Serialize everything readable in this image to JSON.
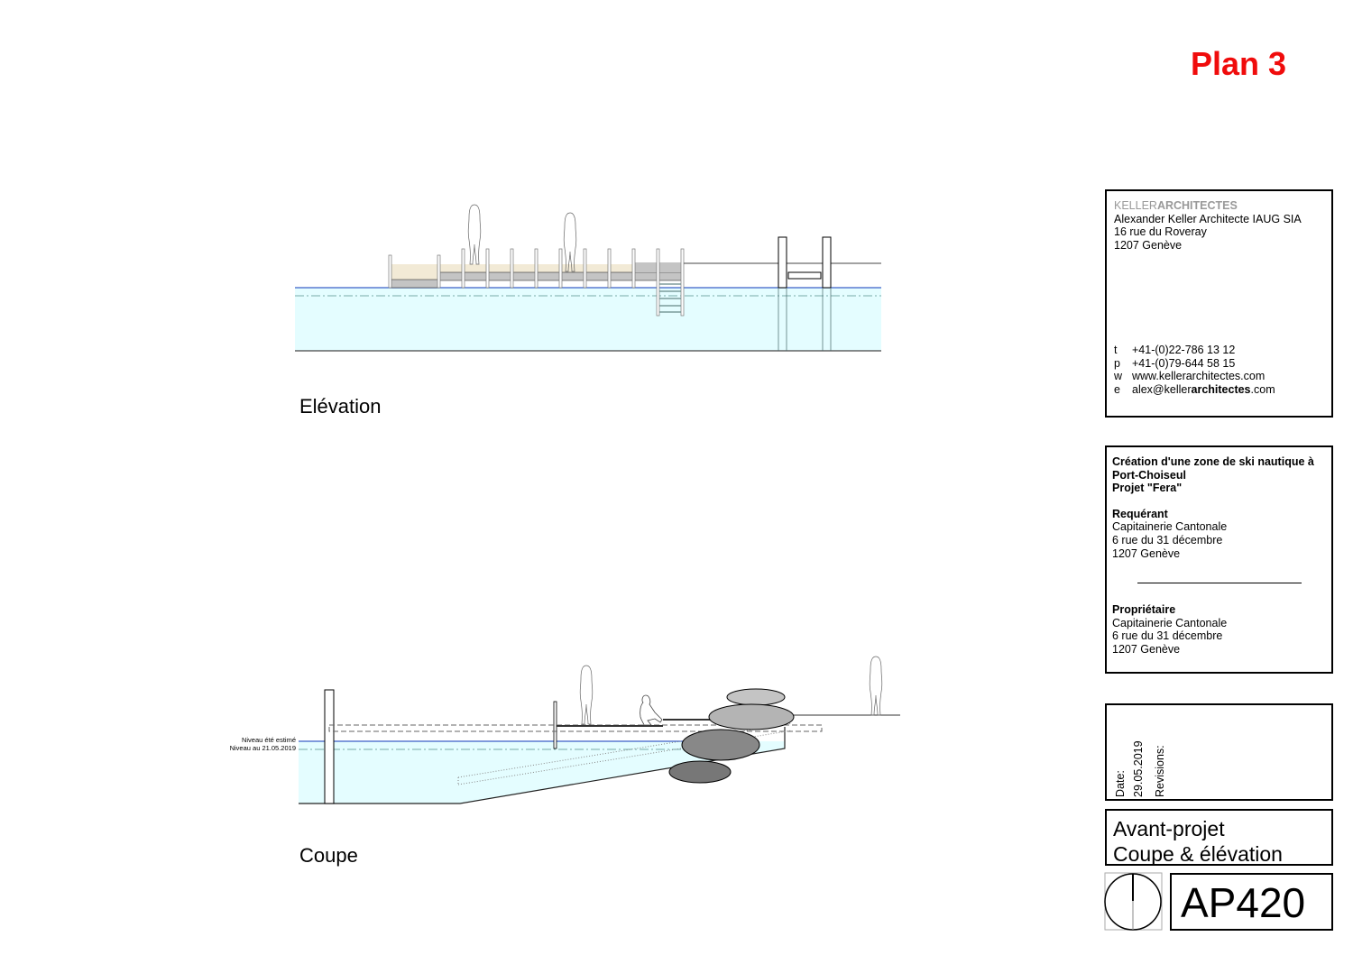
{
  "plan_label": "Plan 3",
  "views": {
    "elevation": "Elévation",
    "section": "Coupe"
  },
  "section_levels": {
    "summer": "Niveau été estimé",
    "current": "Niveau au 21.05.2019"
  },
  "office": {
    "brand_light": "KELLER",
    "brand_bold": "ARCHITECTES",
    "name": "Alexander Keller Architecte IAUG SIA",
    "street": "16 rue du Roveray",
    "city": "1207 Genève",
    "contacts": [
      {
        "k": "t",
        "v": "+41-(0)22-786 13 12"
      },
      {
        "k": "p",
        "v": "+41-(0)79-644 58 15"
      },
      {
        "k": "w",
        "v": "www.kellerarchitectes.com"
      }
    ],
    "email": {
      "k": "e",
      "pre": "alex@keller",
      "bold": "architectes",
      "post": ".com"
    }
  },
  "project": {
    "title1": "Création d'une zone de ski nautique à",
    "title2": "Port-Choiseul",
    "title3": "Projet \"Fera\"",
    "applicant_h": "Requérant",
    "applicant": [
      "Capitainerie Cantonale",
      "6 rue du 31 décembre",
      "1207 Genève"
    ],
    "owner_h": "Propriétaire",
    "owner": [
      "Capitainerie Cantonale",
      "6 rue du 31 décembre",
      "1207 Genève"
    ]
  },
  "dates": {
    "date_label": "Date:",
    "date": "29.05.2019",
    "revisions": "Revisions:"
  },
  "phase": {
    "line1": "Avant-projet",
    "line2": "Coupe & élévation"
  },
  "sheet": "AP420",
  "colors": {
    "water": "#e4fdff",
    "level": "#3a5fc8",
    "plan": "#f00c0c",
    "deck": "#f2ead6",
    "gray": "#c4c4c4"
  }
}
